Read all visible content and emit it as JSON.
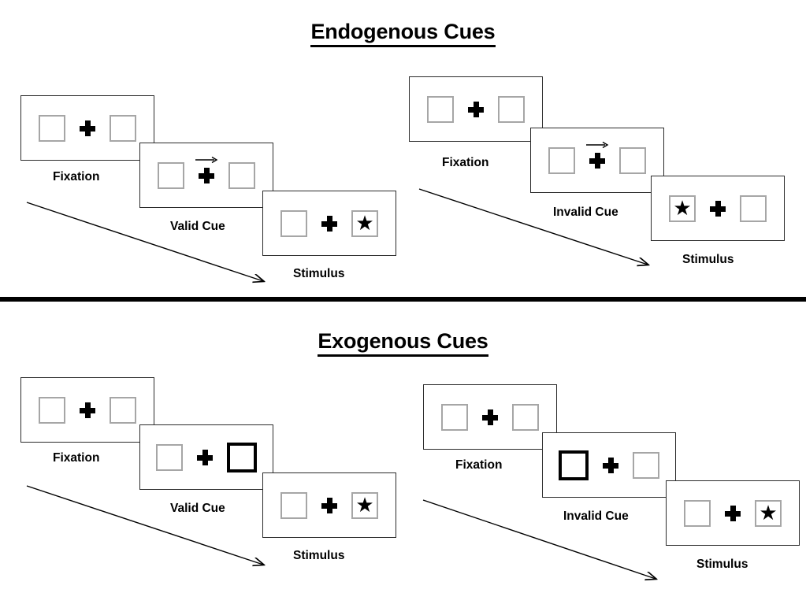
{
  "figure": {
    "title_endogenous": "Endogenous Cues",
    "title_exogenous": "Exogenous Cues"
  },
  "labels": {
    "fixation": "Fixation",
    "valid_cue": "Valid Cue",
    "invalid_cue": "Invalid Cue",
    "stimulus": "Stimulus"
  },
  "glyphs": {
    "star": "★"
  },
  "colors": {
    "panel_border": "#2b2b2b",
    "box_border": "#a6a6a6",
    "cued_box_border": "#000000",
    "ink": "#000000",
    "background": "#ffffff"
  },
  "sections": [
    {
      "id": "endogenous",
      "title": "Endogenous Cues",
      "cue_type": "endogenous",
      "sequences": [
        {
          "id": "endogenous-valid",
          "validity": "valid",
          "frames": [
            {
              "name": "fixation",
              "label": "Fixation",
              "cue": "none",
              "target_side": "none"
            },
            {
              "name": "valid-cue",
              "label": "Valid Cue",
              "cue": "arrow-right",
              "target_side": "none"
            },
            {
              "name": "stimulus",
              "label": "Stimulus",
              "cue": "none",
              "target_side": "right"
            }
          ]
        },
        {
          "id": "endogenous-invalid",
          "validity": "invalid",
          "frames": [
            {
              "name": "fixation",
              "label": "Fixation",
              "cue": "none",
              "target_side": "none"
            },
            {
              "name": "invalid-cue",
              "label": "Invalid Cue",
              "cue": "arrow-right",
              "target_side": "none"
            },
            {
              "name": "stimulus",
              "label": "Stimulus",
              "cue": "none",
              "target_side": "left"
            }
          ]
        }
      ]
    },
    {
      "id": "exogenous",
      "title": "Exogenous Cues",
      "cue_type": "exogenous",
      "sequences": [
        {
          "id": "exogenous-valid",
          "validity": "valid",
          "frames": [
            {
              "name": "fixation",
              "label": "Fixation",
              "cue": "none",
              "target_side": "none"
            },
            {
              "name": "valid-cue",
              "label": "Valid Cue",
              "cue": "box-flash-right",
              "target_side": "none"
            },
            {
              "name": "stimulus",
              "label": "Stimulus",
              "cue": "none",
              "target_side": "right"
            }
          ]
        },
        {
          "id": "exogenous-invalid",
          "validity": "invalid",
          "frames": [
            {
              "name": "fixation",
              "label": "Fixation",
              "cue": "none",
              "target_side": "none"
            },
            {
              "name": "invalid-cue",
              "label": "Invalid Cue",
              "cue": "box-flash-left",
              "target_side": "none"
            },
            {
              "name": "stimulus",
              "label": "Stimulus",
              "cue": "none",
              "target_side": "right"
            }
          ]
        }
      ]
    }
  ]
}
